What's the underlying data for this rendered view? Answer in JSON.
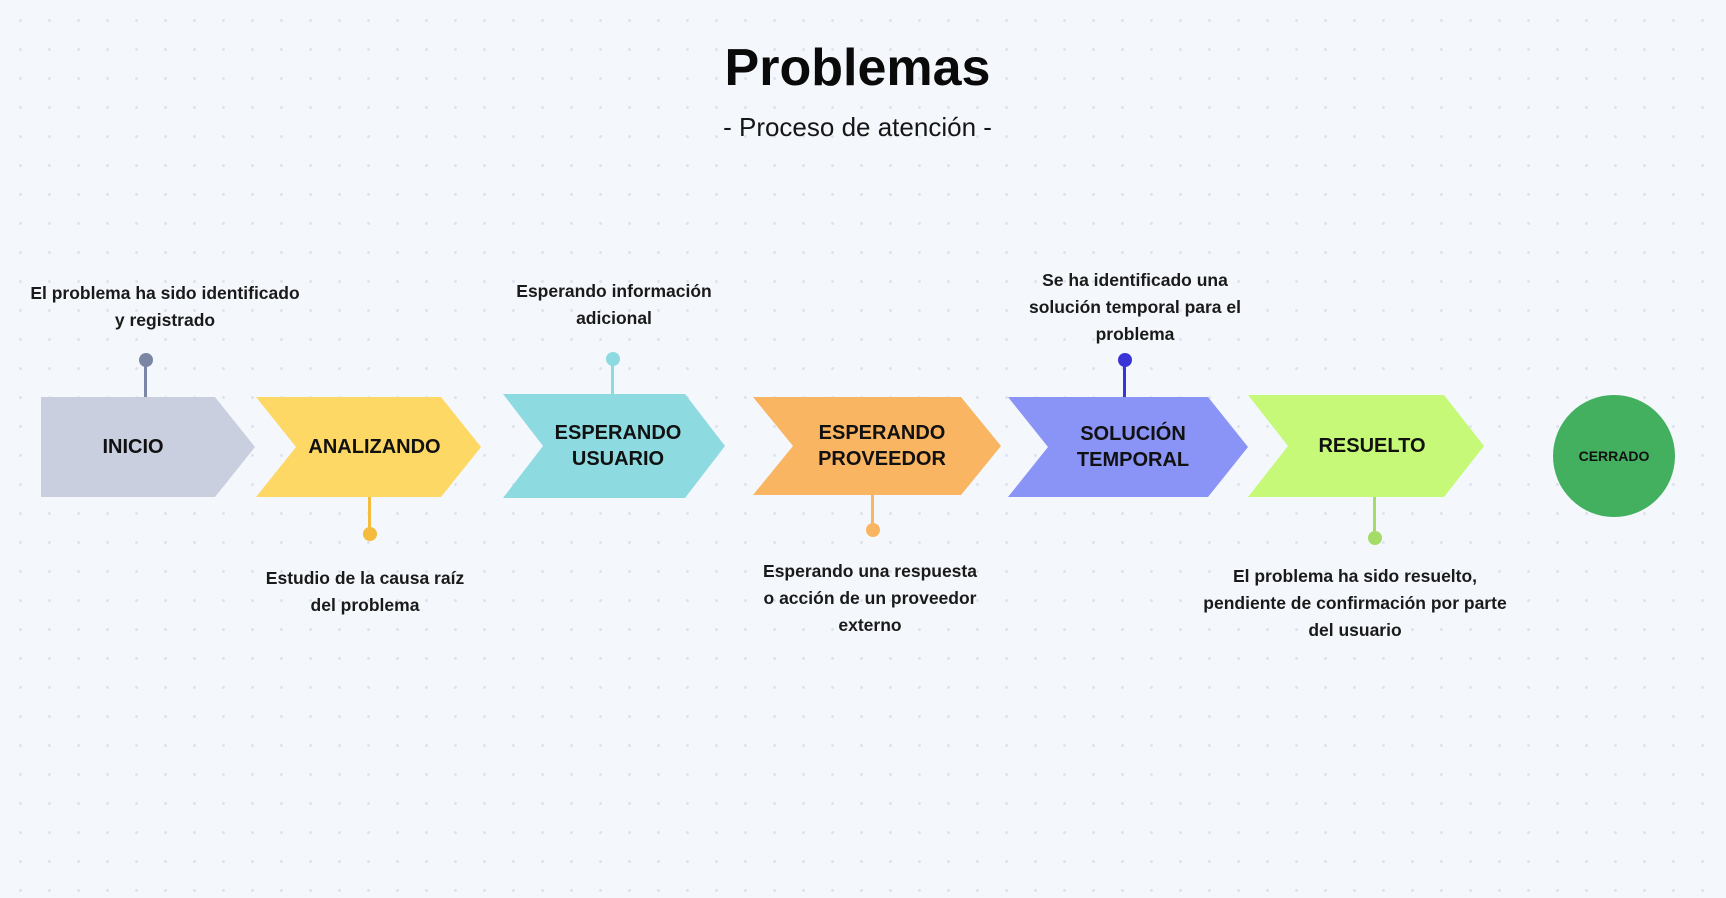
{
  "title": "Problemas",
  "subtitle": "- Proceso de atención -",
  "stages": [
    {
      "label": "INICIO",
      "color": "#c9cfdf",
      "pin_color": "#7a86a3",
      "note": "El problema ha sido identificado y registrado",
      "note_position": "above"
    },
    {
      "label": "ANALIZANDO",
      "color": "#fdd865",
      "pin_color": "#f4bb3c",
      "note": "Estudio de la causa raíz del problema",
      "note_position": "below"
    },
    {
      "label": "ESPERANDO USUARIO",
      "color": "#8ddbe1",
      "pin_color": "#8ddbe1",
      "note": "Esperando información adicional",
      "note_position": "above"
    },
    {
      "label": "ESPERANDO PROVEEDOR",
      "color": "#f9b562",
      "pin_color": "#f9b562",
      "note": "Esperando una respuesta o acción de un proveedor externo",
      "note_position": "below"
    },
    {
      "label": "SOLUCIÓN TEMPORAL",
      "color": "#8a93f6",
      "pin_color": "#3a34d8",
      "note": "Se ha identificado una solución temporal para el problema",
      "note_position": "above"
    },
    {
      "label": "RESUELTO",
      "color": "#c6f977",
      "pin_color": "#a4dc68",
      "note": "El problema ha sido resuelto, pendiente de confirmación por parte del usuario",
      "note_position": "below"
    }
  ],
  "end": {
    "label": "CERRADO",
    "color": "#42b05f"
  }
}
